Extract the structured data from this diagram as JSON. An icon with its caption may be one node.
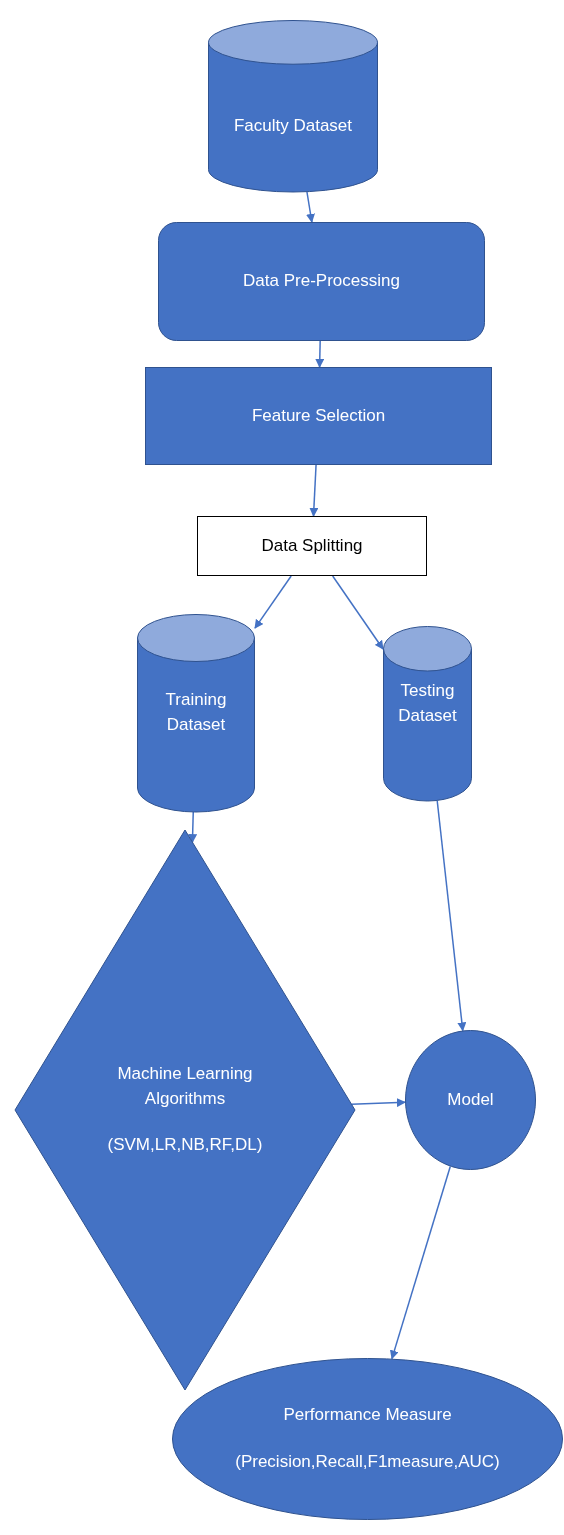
{
  "diagram": {
    "nodes": [
      {
        "text": [
          "Faculty Dataset"
        ]
      },
      {
        "text": [
          "Data Pre-Processing"
        ]
      },
      {
        "text": [
          "Feature Selection"
        ]
      },
      {
        "text": [
          "Data Splitting"
        ]
      },
      {
        "text": [
          "Training Dataset"
        ]
      },
      {
        "text": [
          "Testing Dataset"
        ]
      },
      {
        "text": [
          "Machine Learning Algorithms",
          "(SVM,LR,NB,RF,DL)"
        ]
      },
      {
        "text": [
          "Model"
        ]
      },
      {
        "text": [
          "Performance Measure",
          "(Precision,Recall,F1measure,AUC)"
        ]
      }
    ],
    "edges": [
      {
        "from": 0,
        "to": 1,
        "arrow": "to"
      },
      {
        "from": 1,
        "to": 2,
        "arrow": "to"
      },
      {
        "from": 2,
        "to": 3,
        "arrow": "to"
      },
      {
        "from": 3,
        "to": 4,
        "arrow": "to"
      },
      {
        "from": 3,
        "to": 5,
        "arrow": "to"
      },
      {
        "from": 4,
        "to": 6,
        "arrow": "to"
      },
      {
        "from": 5,
        "to": 7,
        "arrow": "to"
      },
      {
        "from": 6,
        "to": 7,
        "arrow": "to"
      },
      {
        "from": 7,
        "to": 8,
        "arrow": "to"
      }
    ]
  }
}
